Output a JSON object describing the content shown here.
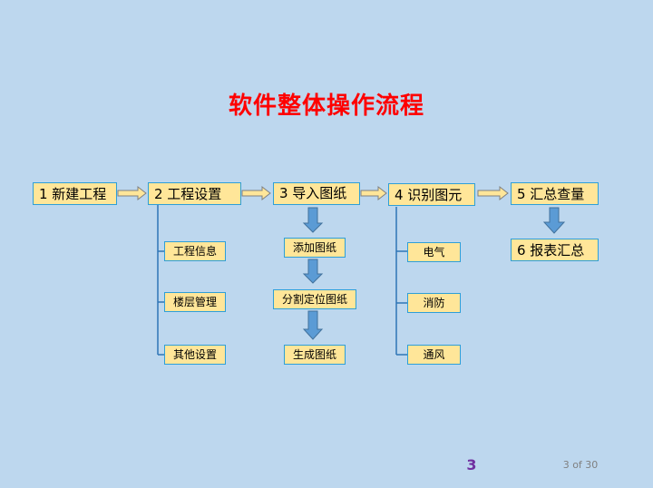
{
  "title": "软件整体操作流程",
  "steps": {
    "s1": "1 新建工程",
    "s2": "2 工程设置",
    "s3": "3 导入图纸",
    "s4": "4 识别图元",
    "s5": "5 汇总查量",
    "s6": "6 报表汇总"
  },
  "substeps": {
    "project_info": "工程信息",
    "floor_mgmt": "楼层管理",
    "other_settings": "其他设置",
    "add_drawing": "添加图纸",
    "split_locate": "分割定位图纸",
    "gen_drawing": "生成图纸",
    "electric": "电气",
    "fire": "消防",
    "ventilation": "通风"
  },
  "footer": {
    "page_number": "3",
    "page_count": "3 of 30"
  },
  "colors": {
    "box_fill": "#FFE699",
    "box_border": "#2E9FD8",
    "arrow_fill": "#5B9BD5",
    "title": "#FF0000",
    "background": "#BDD7EE"
  }
}
